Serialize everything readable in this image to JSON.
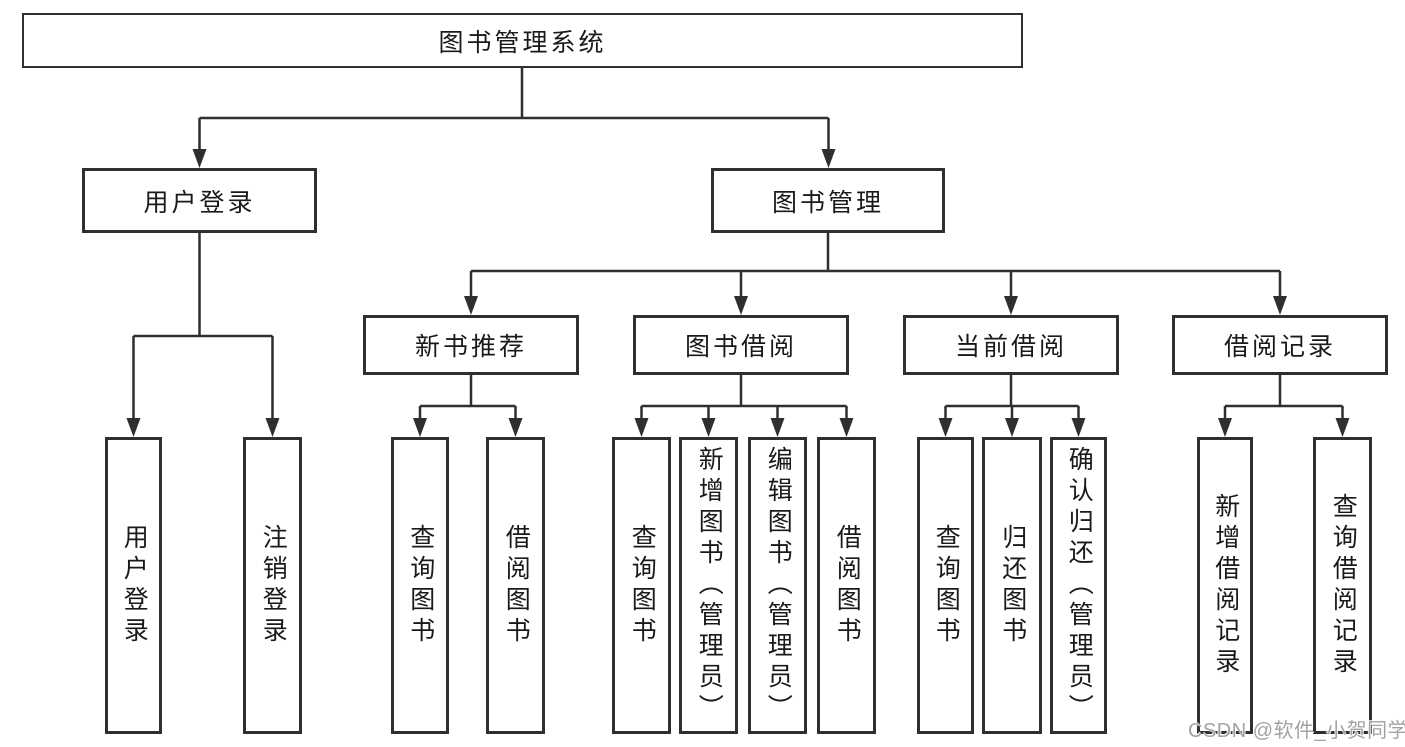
{
  "diagram": {
    "root": {
      "label": "图书管理系统"
    },
    "user_login": {
      "label": "用户登录",
      "children": {
        "login": {
          "label": "用户登录"
        },
        "logout": {
          "label": "注销登录"
        }
      }
    },
    "book_management": {
      "label": "图书管理",
      "children": {
        "new_book_recommend": {
          "label": "新书推荐",
          "children": {
            "query_books": {
              "label": "查询图书"
            },
            "borrow_books": {
              "label": "借阅图书"
            }
          }
        },
        "book_borrowing": {
          "label": "图书借阅",
          "children": {
            "query_books": {
              "label": "查询图书"
            },
            "add_books_admin": {
              "label": "新增图书（管理员）"
            },
            "edit_books_admin": {
              "label": "编辑图书（管理员）"
            },
            "borrow_books": {
              "label": "借阅图书"
            }
          }
        },
        "current_borrowing": {
          "label": "当前借阅",
          "children": {
            "query_books": {
              "label": "查询图书"
            },
            "return_books": {
              "label": "归还图书"
            },
            "confirm_return_admin": {
              "label": "确认归还（管理员）"
            }
          }
        },
        "borrowing_records": {
          "label": "借阅记录",
          "children": {
            "add_borrow_record": {
              "label": "新增借阅记录"
            },
            "query_borrow_record": {
              "label": "查询借阅记录"
            }
          }
        }
      }
    }
  },
  "watermark": {
    "text": "CSDN @软件_小贺同学"
  },
  "colors": {
    "background": "#ffffff",
    "line": "#2f2f2f",
    "box_border": "#2f2f2f",
    "text": "#1a1a1a",
    "watermark": "#a3a3a3"
  }
}
